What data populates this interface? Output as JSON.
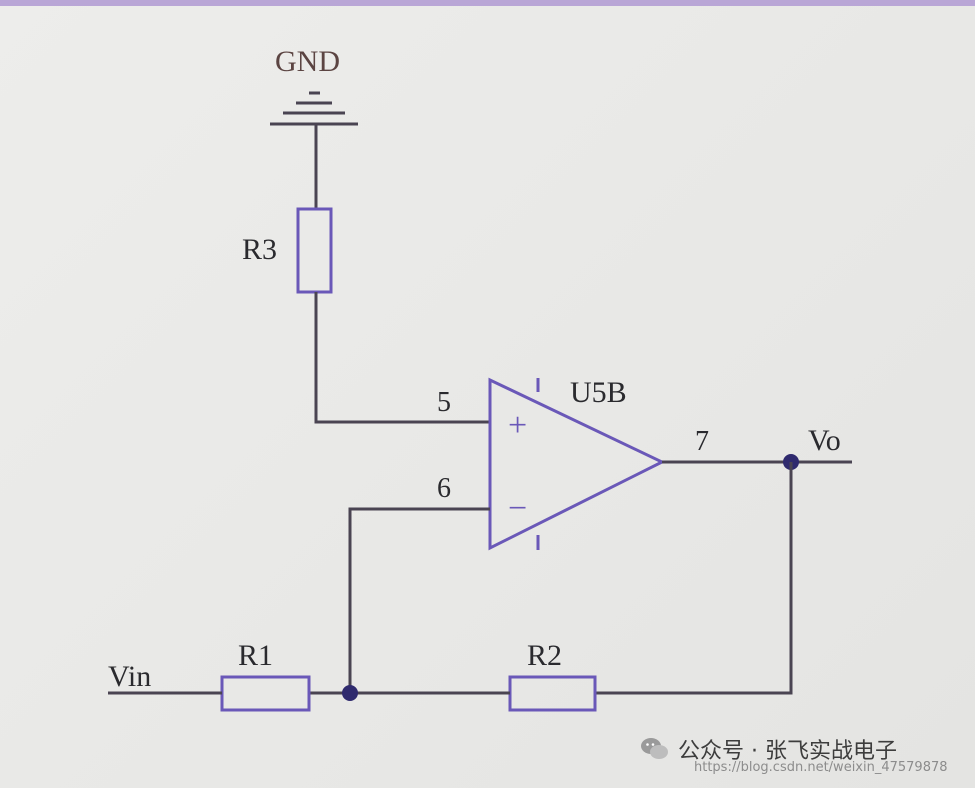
{
  "diagram": {
    "ground_label": "GND",
    "opamp_label": "U5B",
    "pin_noninverting": "5",
    "pin_inverting": "6",
    "pin_output": "7",
    "plus_sign": "+",
    "minus_sign": "−",
    "input_label": "Vin",
    "output_label": "Vo",
    "resistors": {
      "r1": "R1",
      "r2": "R2",
      "r3": "R3"
    }
  },
  "watermark": {
    "channel": "公众号 · 张飞实战电子",
    "url": "https://blog.csdn.net/weixin_47579878"
  },
  "colors": {
    "component": "#6a58b8",
    "wire": "#4a4452",
    "node": "#2f2a6e"
  }
}
